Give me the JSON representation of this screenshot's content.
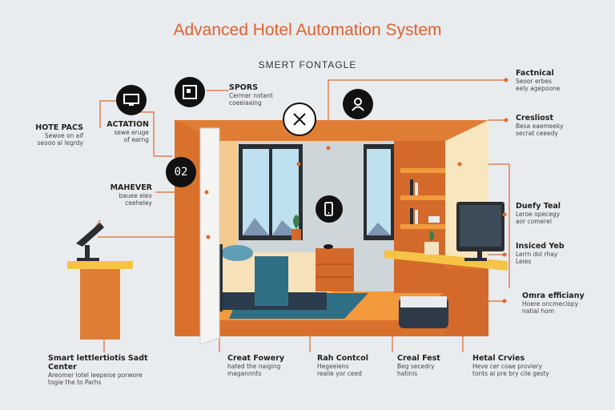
{
  "title": "Advanced Hotel Automation System",
  "subtitle": "SMERT FONTAGLE",
  "callouts": {
    "hote_pacs": {
      "heading": "HOTE PACS",
      "desc": "Sewoe on aif\nseooo al legrdy"
    },
    "actation": {
      "heading": "ACTATION",
      "desc": "sewe eruge\nof earng"
    },
    "maheyer": {
      "heading": "MAHEVER",
      "desc": "bauee elev\nceeheley"
    },
    "spors": {
      "heading": "SPORS",
      "desc": "Cermer notant\ncoeeiaaing"
    },
    "factnical": {
      "heading": "Factnical",
      "desc": "Seoor erbes\neely agepoone"
    },
    "cresliost": {
      "heading": "Cresliost",
      "desc": "Besa eaemeeky\nsecrat ceeedy"
    },
    "duefy_teal": {
      "heading": "Duefy Teal",
      "desc": "Leroe opecegy\naor comerel"
    },
    "insiced_yeb": {
      "heading": "Insiced Yeb",
      "desc": "Lerrn dol rhay\nLeies"
    },
    "omra_efficiency": {
      "heading": "Omra efficiany",
      "desc": "Hoere oncmeciopy\nnatial hom"
    },
    "smart_center": {
      "heading": "Smart lettlertiotis Sadt Center",
      "desc": "Areomer lotel ieepeise porwore\ntogie the to Parhs"
    },
    "creat_fowery": {
      "heading": "Creat Fowery",
      "desc": "hated the naiging\nmagannnts"
    },
    "rah_contcol": {
      "heading": "Rah Contcol",
      "desc": "Hegeeiens\nrealie yor ceed"
    },
    "creal_fest": {
      "heading": "Creal Fest",
      "desc": "Beg secedry\nhatinis"
    },
    "hetal_crvies": {
      "heading": "Hetal Crvies",
      "desc": "Heve cer coae proviery\ntonts al pre bry cile gesty"
    }
  },
  "icons": {
    "monitor_icon_glyph": "▭",
    "device_icon_glyph": "▣",
    "x_icon_glyph": "✕",
    "user_icon_glyph": "👤",
    "o2_icon_text": "02",
    "phone_icon_glyph": "▯"
  },
  "colors": {
    "accent": "#e3602b",
    "wall_orange": "#d9712c",
    "line_orange": "#e2672d",
    "bed_blue": "#2f6f86",
    "floor_orange": "#f29a3c"
  }
}
